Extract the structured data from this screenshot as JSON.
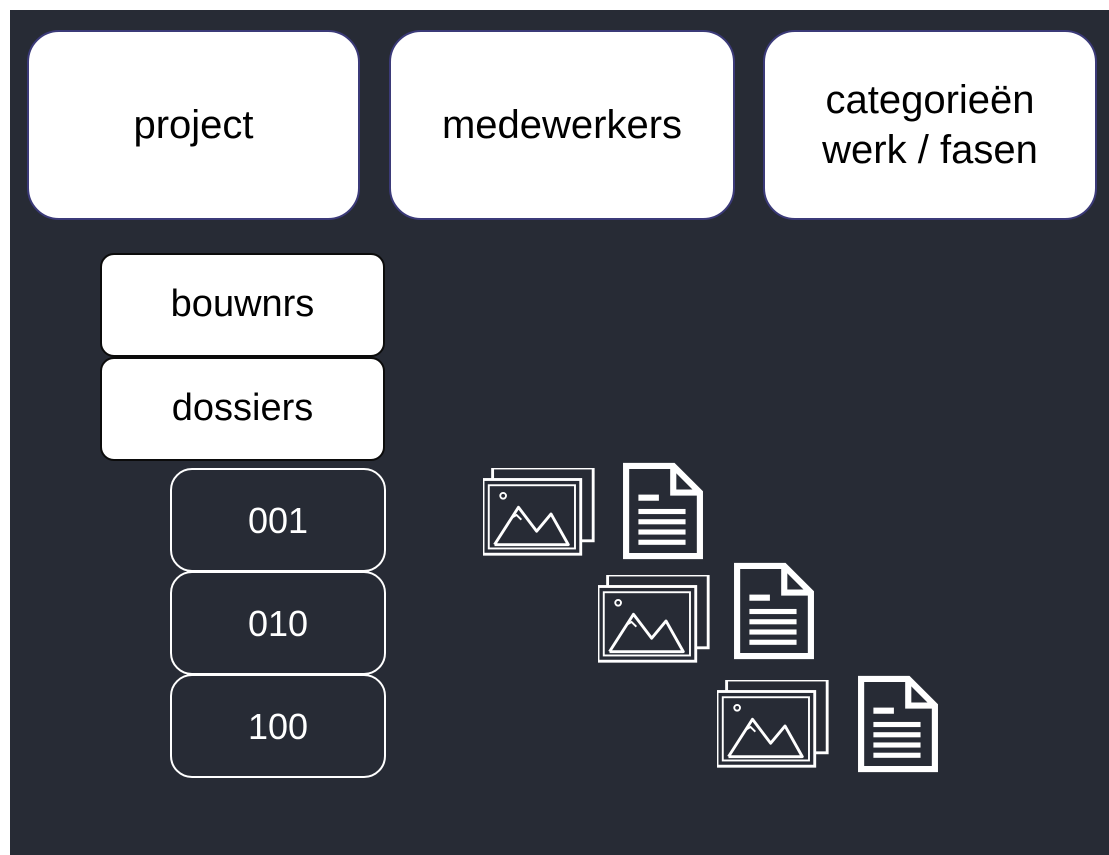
{
  "top_boxes": {
    "project": "project",
    "medewerkers": "medewerkers",
    "categories_line1": "categorieën",
    "categories_line2": "werk / fasen"
  },
  "stack": {
    "bouwnrs": "bouwnrs",
    "dossiers": "dossiers"
  },
  "numbers": [
    "001",
    "010",
    "100"
  ],
  "icons": {
    "image": "image-stack-icon",
    "document": "document-icon"
  },
  "colors": {
    "background": "#272b35",
    "box_fill": "#ffffff",
    "top_box_border": "#3b3a78",
    "number_outline": "#ffffff"
  }
}
